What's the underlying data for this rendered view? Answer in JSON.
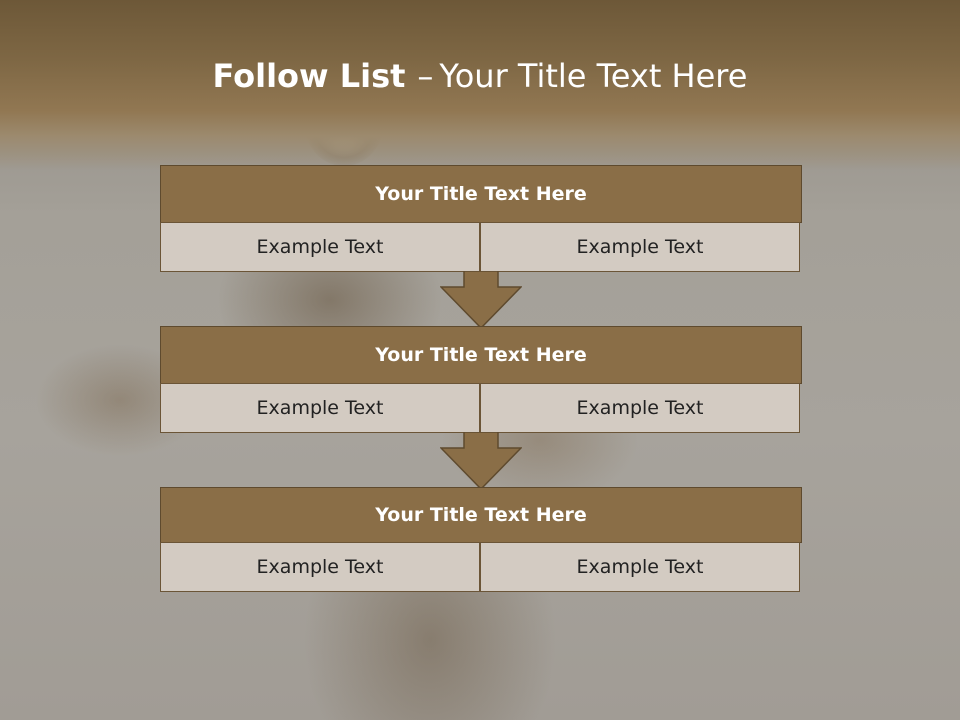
{
  "slide": {
    "title_bold": "Follow List",
    "title_separator": "–",
    "title_rest": "Your Title Text Here",
    "steps": [
      {
        "heading": "Your Title Text Here",
        "left_text": "Example Text",
        "right_text": "Example Text"
      },
      {
        "heading": "Your Title Text Here",
        "left_text": "Example Text",
        "right_text": "Example Text"
      },
      {
        "heading": "Your Title Text Here",
        "left_text": "Example Text",
        "right_text": "Example Text"
      }
    ]
  },
  "colors": {
    "header_fill": "#8a6e47",
    "cell_fill": "#d3cbc2",
    "arrow_fill": "#8a6e47",
    "title_text": "#ffffff"
  }
}
